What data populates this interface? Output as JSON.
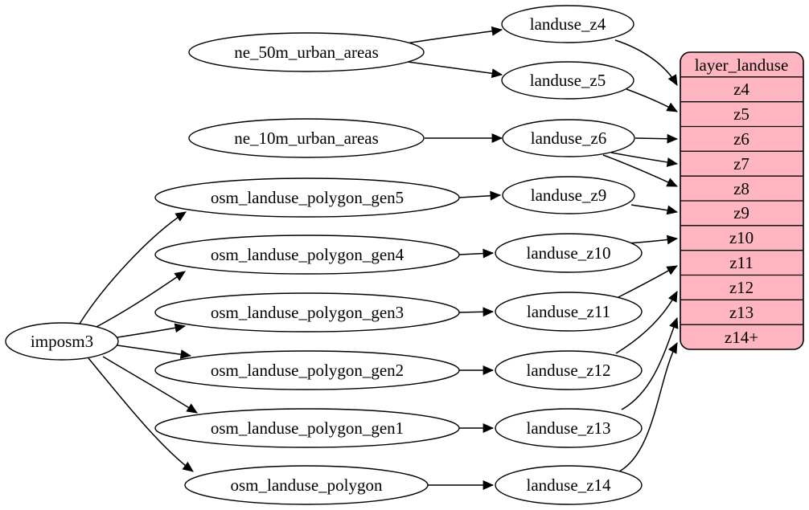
{
  "colors": {
    "canvas_bg": "#ffffff",
    "node_fill": "#ffffff",
    "node_stroke": "#000000",
    "edge_color": "#000000",
    "table_fill": "#ffb6c1",
    "table_stroke": "#000000",
    "text_color": "#000000"
  },
  "nodes": {
    "imposm3": "imposm3",
    "ne_50m_urban_areas": "ne_50m_urban_areas",
    "ne_10m_urban_areas": "ne_10m_urban_areas",
    "osm_landuse_polygon_gen5": "osm_landuse_polygon_gen5",
    "osm_landuse_polygon_gen4": "osm_landuse_polygon_gen4",
    "osm_landuse_polygon_gen3": "osm_landuse_polygon_gen3",
    "osm_landuse_polygon_gen2": "osm_landuse_polygon_gen2",
    "osm_landuse_polygon_gen1": "osm_landuse_polygon_gen1",
    "osm_landuse_polygon": "osm_landuse_polygon",
    "landuse_z4": "landuse_z4",
    "landuse_z5": "landuse_z5",
    "landuse_z6": "landuse_z6",
    "landuse_z9": "landuse_z9",
    "landuse_z10": "landuse_z10",
    "landuse_z11": "landuse_z11",
    "landuse_z12": "landuse_z12",
    "landuse_z13": "landuse_z13",
    "landuse_z14": "landuse_z14"
  },
  "table": {
    "title": "layer_landuse",
    "rows": [
      "z4",
      "z5",
      "z6",
      "z7",
      "z8",
      "z9",
      "z10",
      "z11",
      "z12",
      "z13",
      "z14+"
    ]
  },
  "edges": [
    {
      "from": "ne_50m_urban_areas",
      "to": "landuse_z4"
    },
    {
      "from": "ne_50m_urban_areas",
      "to": "landuse_z5"
    },
    {
      "from": "ne_10m_urban_areas",
      "to": "landuse_z6"
    },
    {
      "from": "imposm3",
      "to": "osm_landuse_polygon_gen5"
    },
    {
      "from": "imposm3",
      "to": "osm_landuse_polygon_gen4"
    },
    {
      "from": "imposm3",
      "to": "osm_landuse_polygon_gen3"
    },
    {
      "from": "imposm3",
      "to": "osm_landuse_polygon_gen2"
    },
    {
      "from": "imposm3",
      "to": "osm_landuse_polygon_gen1"
    },
    {
      "from": "imposm3",
      "to": "osm_landuse_polygon"
    },
    {
      "from": "osm_landuse_polygon_gen5",
      "to": "landuse_z9"
    },
    {
      "from": "osm_landuse_polygon_gen4",
      "to": "landuse_z10"
    },
    {
      "from": "osm_landuse_polygon_gen3",
      "to": "landuse_z11"
    },
    {
      "from": "osm_landuse_polygon_gen2",
      "to": "landuse_z12"
    },
    {
      "from": "osm_landuse_polygon_gen1",
      "to": "landuse_z13"
    },
    {
      "from": "osm_landuse_polygon",
      "to": "landuse_z14"
    },
    {
      "from": "landuse_z4",
      "to": "layer_landuse.z4"
    },
    {
      "from": "landuse_z5",
      "to": "layer_landuse.z5"
    },
    {
      "from": "landuse_z6",
      "to": "layer_landuse.z6"
    },
    {
      "from": "landuse_z6",
      "to": "layer_landuse.z7"
    },
    {
      "from": "landuse_z6",
      "to": "layer_landuse.z8"
    },
    {
      "from": "landuse_z9",
      "to": "layer_landuse.z9"
    },
    {
      "from": "landuse_z10",
      "to": "layer_landuse.z10"
    },
    {
      "from": "landuse_z11",
      "to": "layer_landuse.z11"
    },
    {
      "from": "landuse_z12",
      "to": "layer_landuse.z12"
    },
    {
      "from": "landuse_z13",
      "to": "layer_landuse.z13"
    },
    {
      "from": "landuse_z14",
      "to": "layer_landuse.z14+"
    }
  ]
}
